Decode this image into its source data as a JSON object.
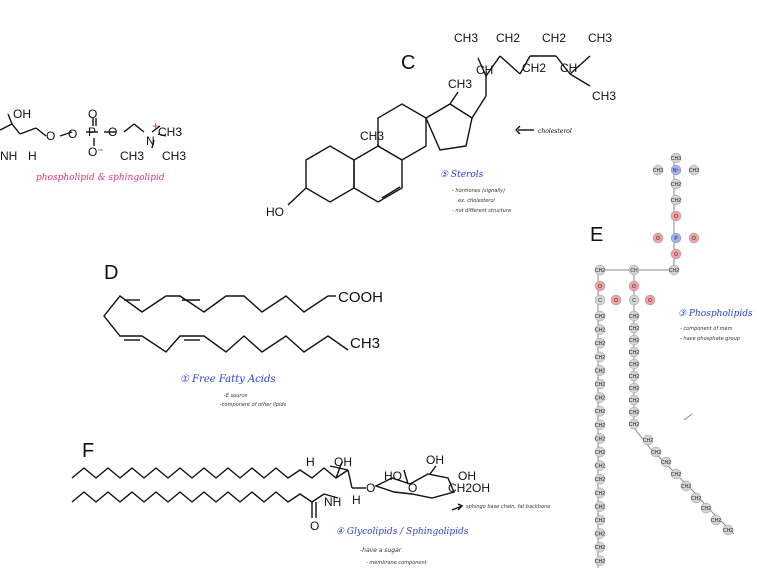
{
  "sections": {
    "c": "C",
    "d": "D",
    "e": "E",
    "f": "F"
  },
  "top_left": {
    "labels": [
      "OH",
      "NH",
      "H",
      "O",
      "O",
      "P",
      "O",
      "O",
      "O⁻",
      "CH3",
      "CH3",
      "CH3",
      "N",
      "+"
    ],
    "note": "phospholipid & sphingolipid"
  },
  "steroid": {
    "ch3_labels": [
      "CH3",
      "CH2",
      "CH2",
      "CH3",
      "CH",
      "CH2",
      "CH",
      "CH3",
      "CH3",
      "CH3"
    ],
    "ho": "HO",
    "arrow_note": "cholesterol",
    "title": "⑤ Sterols",
    "notes": [
      "- hormones (signally)",
      "ex. cholesterol",
      "- not different structure"
    ]
  },
  "fatty_acid": {
    "cooh": "COOH",
    "ch3": "CH3",
    "title": "① Free Fatty Acids",
    "notes": [
      "-E source",
      "-component of other lipids"
    ]
  },
  "glycolipid": {
    "labels": [
      "H",
      "OH",
      "HO",
      "OH",
      "OH",
      "CH2OH",
      "O",
      "NH",
      "H",
      "O",
      "O"
    ],
    "title": "④ Glycolipids / Sphingolipids",
    "arrow_note": "sphingo base chain, fat backbone",
    "notes": [
      "-have a sugar",
      "- membrane component"
    ]
  },
  "phospholipid": {
    "title": "③ Phospholipids",
    "notes": [
      "- component of mem",
      "- have phosphate group"
    ],
    "head_labels": [
      "CH3",
      "CH3",
      "N⁺",
      "CH3",
      "CH2",
      "CH2",
      "O",
      "O",
      "P",
      "O",
      "O"
    ],
    "glycerol_labels": [
      "CH2",
      "CH",
      "CH2",
      "O",
      "O",
      "C",
      "O",
      "C",
      "O"
    ],
    "chain_label": "CH2"
  }
}
